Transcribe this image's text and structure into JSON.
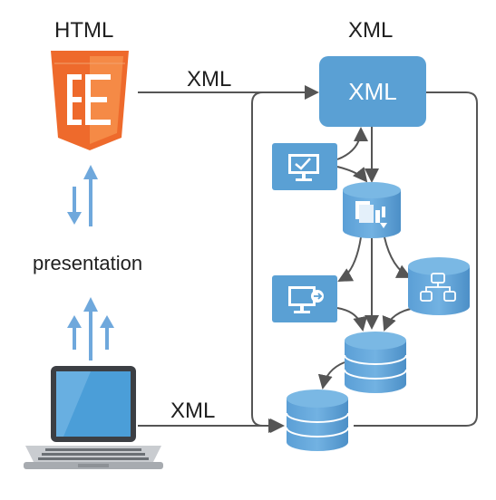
{
  "labels": {
    "html_title": "HTML",
    "xml_title": "XML",
    "xml_arrow_top": "XML",
    "xml_box": "XML",
    "presentation": "presentation",
    "xml_arrow_bottom": "XML"
  },
  "colors": {
    "html_orange": "#ee6a2c",
    "html_orange_dark": "#d85a22",
    "box_blue": "#5aa0d4",
    "box_blue_dark": "#3e7fb8",
    "arrow_blue": "#6fa8dc",
    "line_gray": "#555555"
  },
  "icons": {
    "html": "html5-shield-icon",
    "laptop": "laptop-icon",
    "monitor_check": "monitor-check-icon",
    "monitor_arrow": "monitor-arrow-icon",
    "db_doc": "database-document-icon",
    "db_tree": "database-tree-icon",
    "db_stack": "database-stack-icon"
  }
}
